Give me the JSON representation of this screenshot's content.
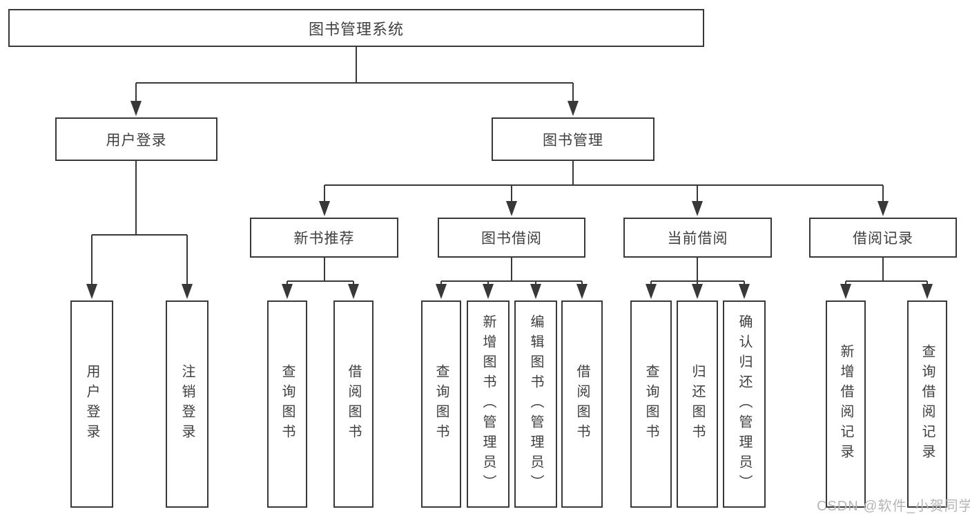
{
  "diagram": {
    "title": "图书管理系统",
    "root": {
      "label": "图书管理系统"
    },
    "branches": [
      {
        "label": "用户登录",
        "children": [
          {
            "label": "用户登录"
          },
          {
            "label": "注销登录"
          }
        ]
      },
      {
        "label": "图书管理",
        "children": [
          {
            "label": "新书推荐",
            "children": [
              {
                "label": "查询图书"
              },
              {
                "label": "借阅图书"
              }
            ]
          },
          {
            "label": "图书借阅",
            "children": [
              {
                "label": "查询图书"
              },
              {
                "label": "新增图书（管理员）"
              },
              {
                "label": "编辑图书（管理员）"
              },
              {
                "label": "借阅图书"
              }
            ]
          },
          {
            "label": "当前借阅",
            "children": [
              {
                "label": "查询图书"
              },
              {
                "label": "归还图书"
              },
              {
                "label": "确认归还（管理员）"
              }
            ]
          },
          {
            "label": "借阅记录",
            "children": [
              {
                "label": "新增借阅记录"
              },
              {
                "label": "查询借阅记录"
              }
            ]
          }
        ]
      }
    ]
  },
  "watermark": {
    "text": "CSDN @软件_小贺同学"
  },
  "colors": {
    "line": "#383838",
    "node-border": "#383838",
    "node-text": "#3f3f3f",
    "watermark": "#b5b5b5",
    "background": "#ffffff"
  }
}
